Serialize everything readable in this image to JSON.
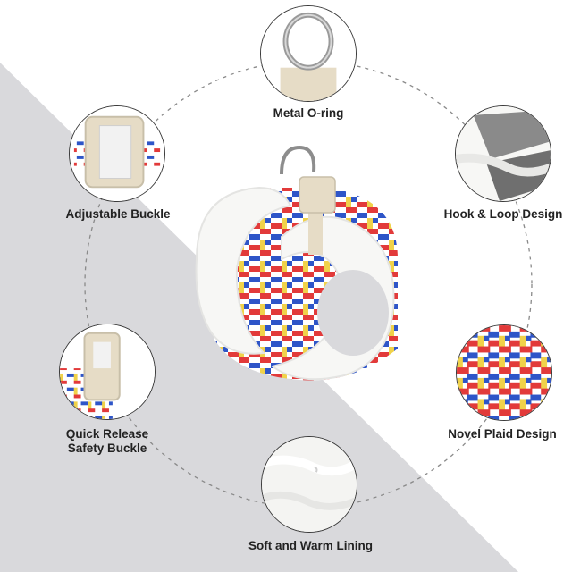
{
  "features": {
    "metal_o_ring": {
      "label": "Metal O-ring"
    },
    "adjustable_buckle": {
      "label": "Adjustable Buckle"
    },
    "hook_loop": {
      "label": "Hook & Loop Design"
    },
    "quick_release": {
      "label_line1": "Quick Release",
      "label_line2": "Safety Buckle"
    },
    "novel_plaid": {
      "label": "Novel Plaid Design"
    },
    "soft_lining": {
      "label": "Soft and Warm Lining"
    }
  },
  "colors": {
    "background_gray": "#d9d9dc",
    "plaid_red": "#e23a3a",
    "plaid_blue": "#2e55c8",
    "plaid_yellow": "#f0d24a",
    "fur_white": "#f7f7f5",
    "buckle_beige": "#e6dcc6"
  }
}
